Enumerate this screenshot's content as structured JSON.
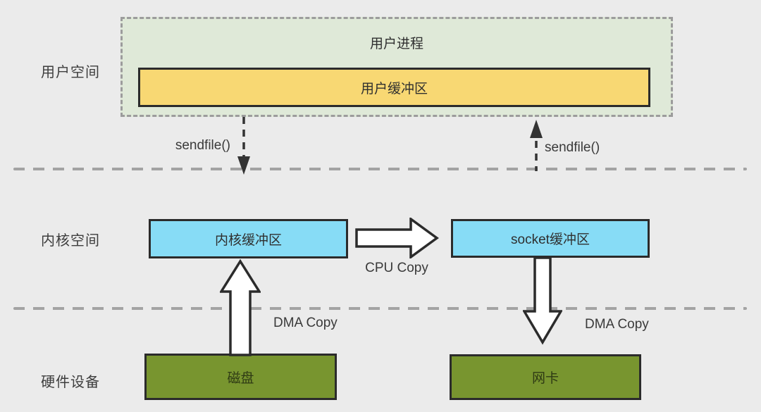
{
  "layers": {
    "user_space": {
      "label": "用户空间"
    },
    "kernel_space": {
      "label": "内核空间"
    },
    "hardware": {
      "label": "硬件设备"
    }
  },
  "nodes": {
    "user_process": {
      "label": "用户进程"
    },
    "user_buffer": {
      "label": "用户缓冲区"
    },
    "kernel_buffer": {
      "label": "内核缓冲区"
    },
    "socket_buffer": {
      "label": "socket缓冲区"
    },
    "disk": {
      "label": "磁盘"
    },
    "nic": {
      "label": "网卡"
    }
  },
  "arrows": {
    "sendfile_call": {
      "label": "sendfile()"
    },
    "sendfile_return": {
      "label": "sendfile()"
    },
    "cpu_copy": {
      "label": "CPU Copy"
    },
    "dma_copy_disk": {
      "label": "DMA Copy"
    },
    "dma_copy_nic": {
      "label": "DMA Copy"
    }
  },
  "colors": {
    "background": "#ebebeb",
    "user_process_fill": "#dfe9d8",
    "user_buffer_fill": "#f8d873",
    "kernel_buffer_fill": "#87dcf6",
    "hardware_fill": "#78952f",
    "box_outline": "#2b2b2b",
    "dashed_gray": "#a3a3a3",
    "arrow_dark": "#333333"
  }
}
